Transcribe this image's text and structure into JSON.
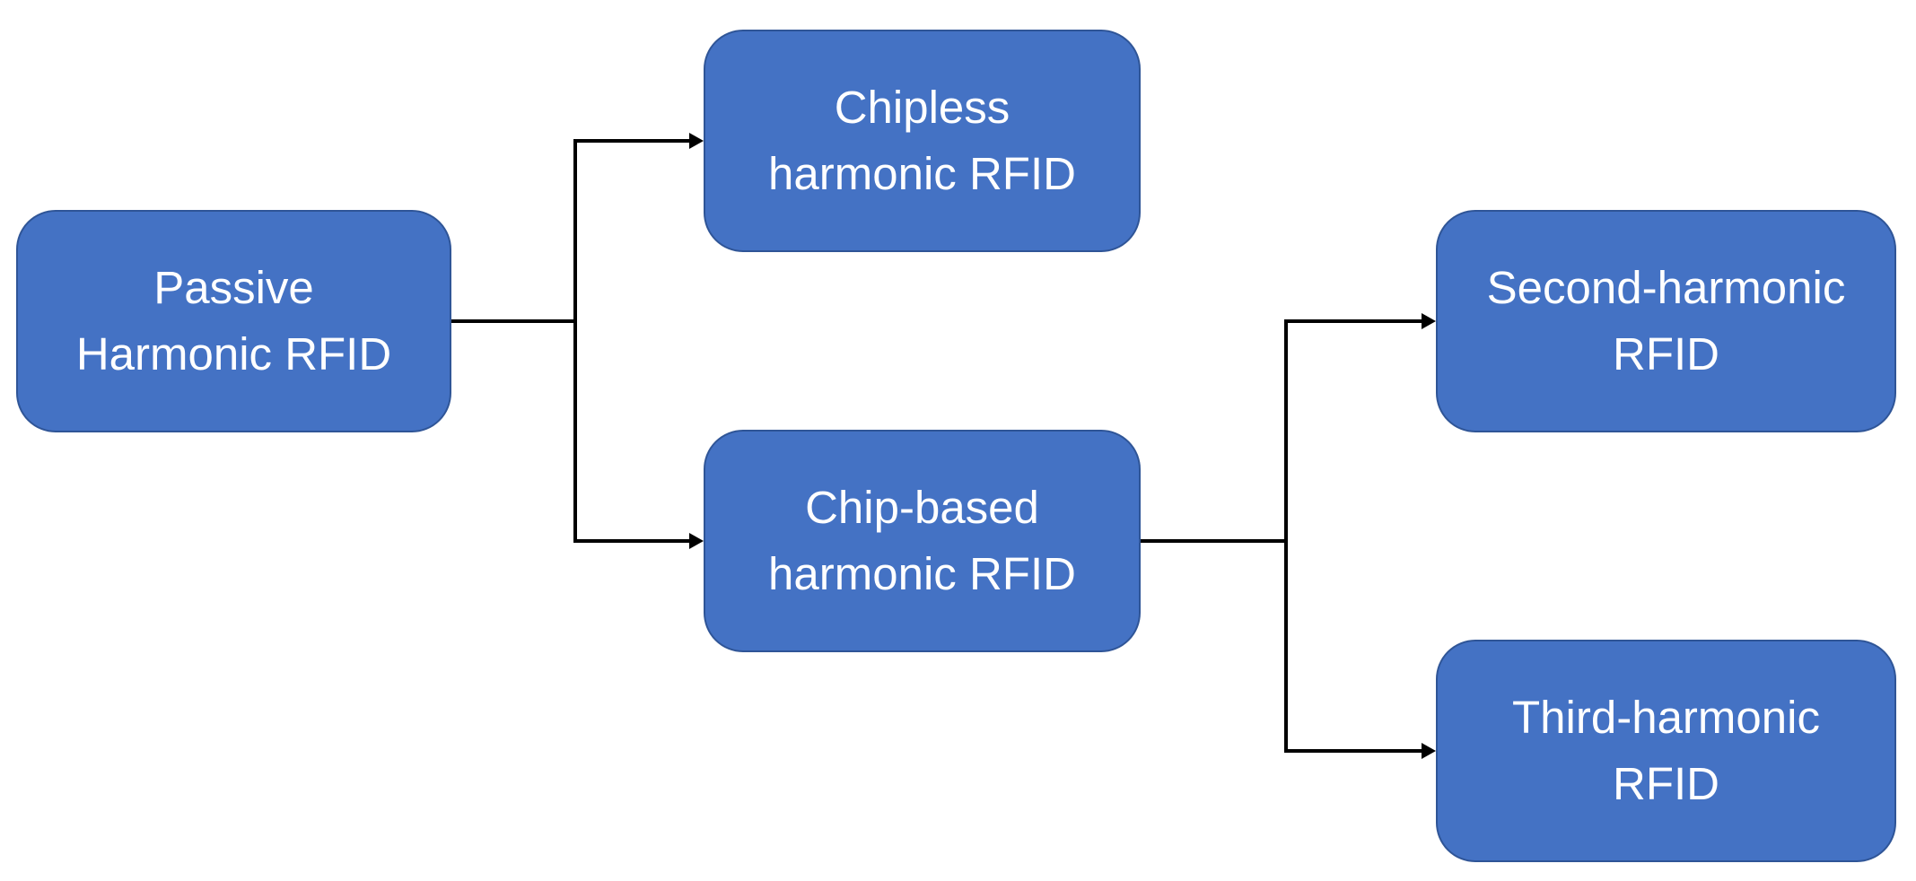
{
  "colors": {
    "box_fill": "#4472c4",
    "box_stroke": "#2f5597",
    "label_text": "#ffffff",
    "connector": "#000000"
  },
  "nodes": {
    "root": {
      "line1": "Passive",
      "line2": "Harmonic RFID"
    },
    "chipless": {
      "line1": "Chipless",
      "line2": "harmonic RFID"
    },
    "chip_based": {
      "line1": "Chip-based",
      "line2": "harmonic RFID"
    },
    "second": {
      "line1": "Second-harmonic",
      "line2": "RFID"
    },
    "third": {
      "line1": "Third-harmonic",
      "line2": "RFID"
    }
  },
  "edges": [
    {
      "from": "root",
      "to": "chipless"
    },
    {
      "from": "root",
      "to": "chip_based"
    },
    {
      "from": "chip_based",
      "to": "second"
    },
    {
      "from": "chip_based",
      "to": "third"
    }
  ]
}
